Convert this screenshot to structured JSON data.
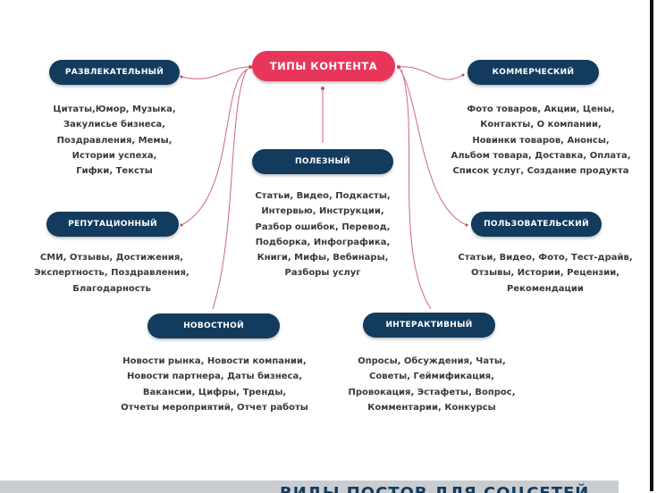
{
  "root": {
    "label": "ТИПЫ КОНТЕНТА"
  },
  "categories": [
    {
      "label": "РАЗВЛЕКАТЕЛЬНЫЙ",
      "items": [
        "Цитаты,Юмор, Музыка,",
        "Закулисье бизнеса,",
        "Поздравления, Мемы,",
        "Истории успеха,",
        "Гифки, Тексты"
      ]
    },
    {
      "label": "КОММЕРЧЕСКИЙ",
      "items": [
        "Фото товаров, Акции, Цены,",
        "Контакты, О компании,",
        "Новинки товаров, Анонсы,",
        "Альбом товара, Доставка, Оплата,",
        "Список услуг, Создание продукта"
      ]
    },
    {
      "label": "ПОЛЕЗНЫЙ",
      "items": [
        "Статьи, Видео, Подкасты,",
        "Интервью, Инструкции,",
        "Разбор ошибок, Перевод,",
        "Подборка, Инфографика,",
        "Книги, Мифы, Вебинары,",
        "Разборы услуг"
      ]
    },
    {
      "label": "РЕПУТАЦИОННЫЙ",
      "items": [
        "СМИ, Отзывы, Достижения,",
        "Экспертность, Поздравления,",
        "Благодарность"
      ]
    },
    {
      "label": "ПОЛЬЗОВАТЕЛЬСКИЙ",
      "items": [
        "Статьи, Видео, Фото, Тест-драйв,",
        "Отзывы, Истории, Рецензии,",
        "Рекомендации"
      ]
    },
    {
      "label": "НОВОСТНОЙ",
      "items": [
        "Новости рынка, Новости компании,",
        "Новости партнера, Даты бизнеса,",
        "Вакансии, Цифры, Тренды,",
        "Отчеты мероприятий, Отчет работы"
      ]
    },
    {
      "label": "ИНТЕРАКТИВНЫЙ",
      "items": [
        "Опросы, Обсуждения, Чаты,",
        "Советы, Геймификация,",
        "Провокация, Эстафеты, Вопрос,",
        "Комментарии, Конкурсы"
      ]
    }
  ],
  "footer": {
    "title": "ВИДЫ ПОСТОВ ДЛЯ СОЦСЕТЕЙ"
  },
  "colors": {
    "root": "#e8365a",
    "pill": "#123b5e",
    "connector": "#c94a6a"
  }
}
